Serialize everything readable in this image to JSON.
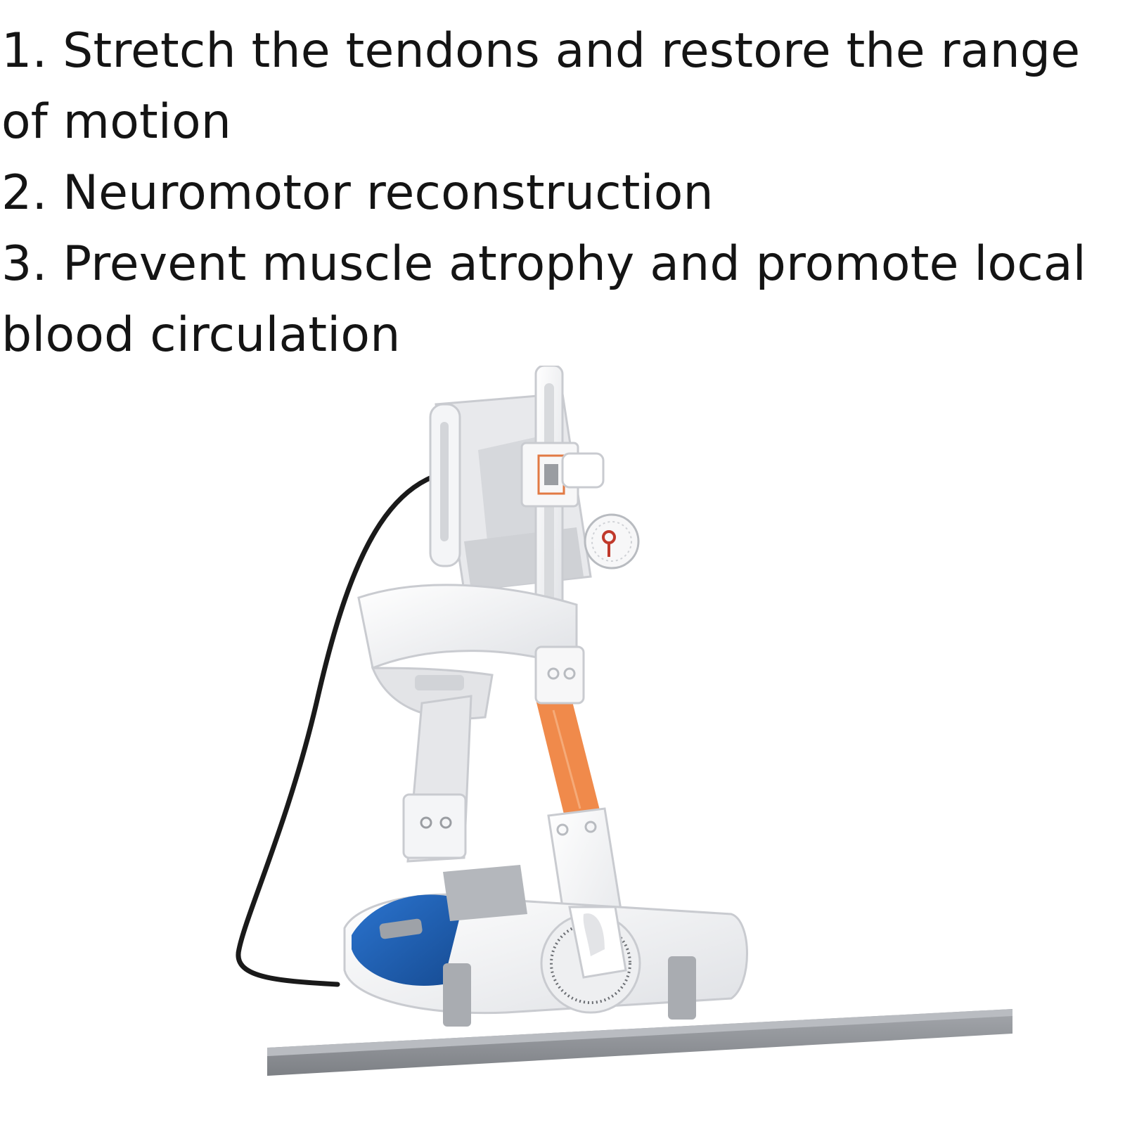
{
  "benefits": [
    {
      "number": "1.",
      "text": "Stretch the tendons and restore the range of motion"
    },
    {
      "number": "2.",
      "text": "Neuromotor reconstruction"
    },
    {
      "number": "3.",
      "text": "Prevent muscle atrophy and promote local blood circulation"
    }
  ],
  "colors": {
    "text": "#141414",
    "device_body": "#f2f3f5",
    "device_shadow": "#c9cbd0",
    "pad_blue": "#1f5fb4",
    "strap_orange": "#f08a4b",
    "base_plate": "#8e9196",
    "cable": "#1a1a1a"
  }
}
